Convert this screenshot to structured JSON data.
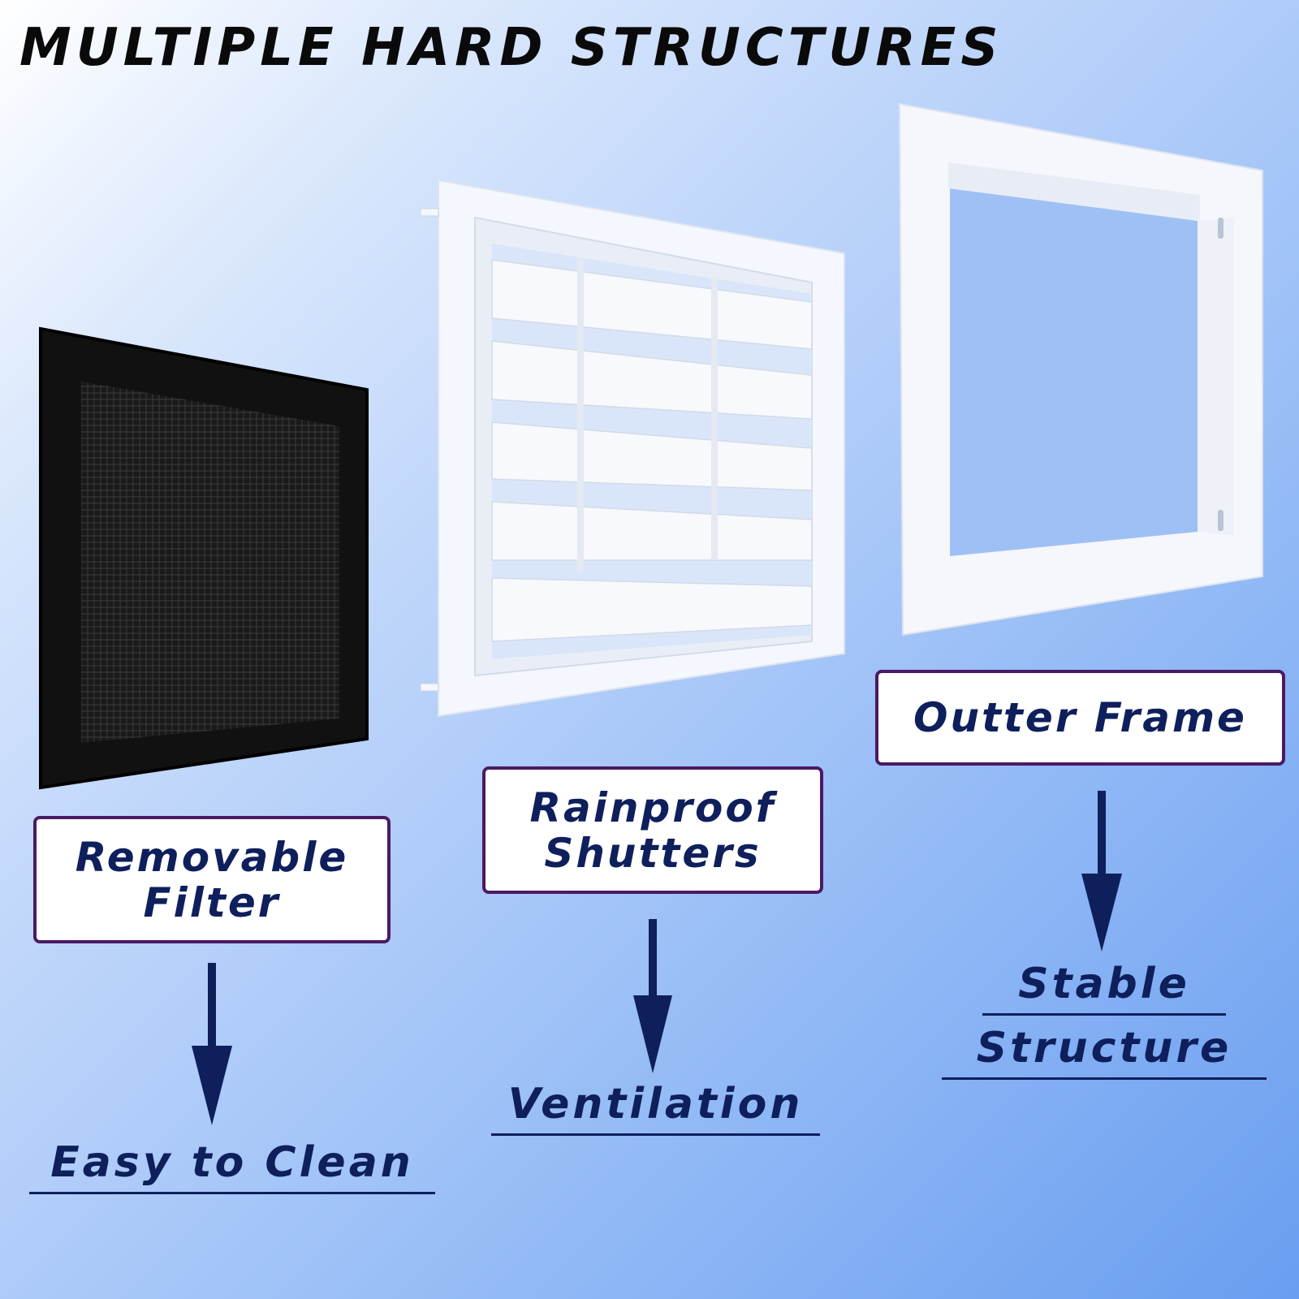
{
  "title": "MULTIPLE HARD STRUCTURES",
  "parts": [
    {
      "label_line1": "Removable",
      "label_line2": "Filter",
      "benefit": "Easy to Clean",
      "icon": "black-mesh-filter"
    },
    {
      "label_line1": "Rainproof",
      "label_line2": "Shutters",
      "benefit": "Ventilation",
      "icon": "white-louvered-shutter"
    },
    {
      "label_line1": "Outter Frame",
      "benefit_line1": "Stable",
      "benefit_line2": "Structure",
      "icon": "white-square-frame"
    }
  ],
  "colors": {
    "label_text": "#0e1f5c",
    "label_border": "#4a1a63",
    "arrow": "#0e1f5c",
    "title": "#0a0a0a"
  }
}
